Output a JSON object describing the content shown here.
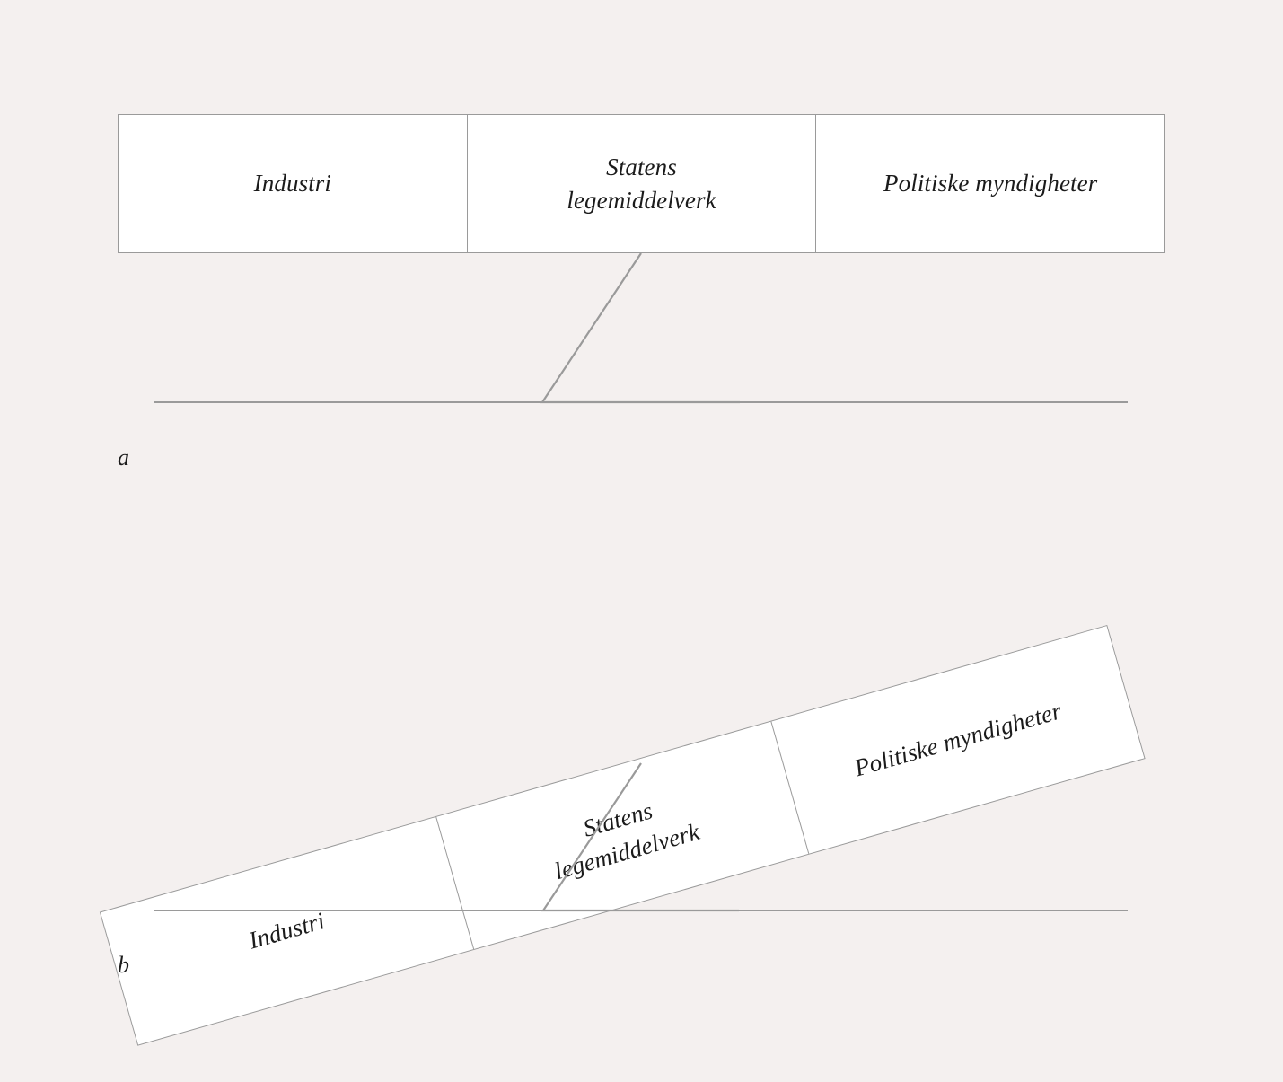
{
  "figure": {
    "background_color": "#f4f0ef",
    "line_color": "#9a9a9a",
    "text_color": "#1b1b1b",
    "panels": [
      {
        "id": "a",
        "caption": "a",
        "state": "balanced",
        "tilt_degrees": 0,
        "segments": [
          {
            "label": "Industri"
          },
          {
            "label": "Statens\nlegemiddelverk"
          },
          {
            "label": "Politiske myndigheter"
          }
        ]
      },
      {
        "id": "b",
        "caption": "b",
        "state": "tilted-left-down",
        "tilt_degrees": -15.9,
        "segments": [
          {
            "label": "Industri"
          },
          {
            "label": "Statens\nlegemiddelverk"
          },
          {
            "label": "Politiske myndigheter"
          }
        ]
      }
    ]
  }
}
